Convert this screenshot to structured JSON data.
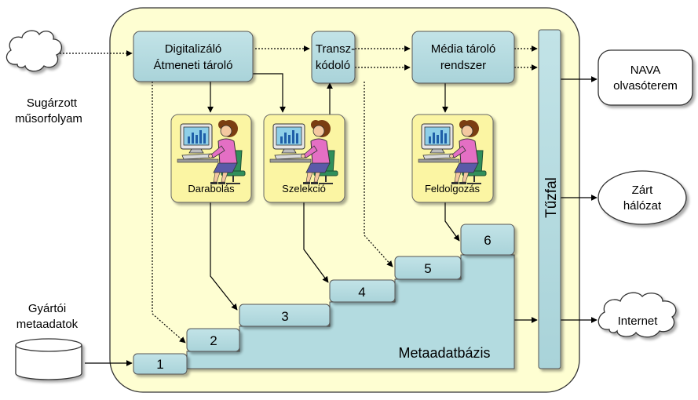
{
  "inputs": {
    "stream_label": [
      "Sugárzott",
      "műsorfolyam"
    ],
    "producer_label": [
      "Gyártói",
      "metaadatok"
    ]
  },
  "boxes": {
    "digitizer": [
      "Digitalizáló",
      "Átmeneti tároló"
    ],
    "transcoder": [
      "Transz-",
      "kódoló"
    ],
    "media_storage": [
      "Média tároló",
      "rendszer"
    ]
  },
  "workstations": {
    "cutting": "Darabolás",
    "selection": "Szelekció",
    "processing": "Feldolgozás"
  },
  "firewall": "Tűzfal",
  "database": {
    "label": "Metaadatbázis",
    "steps": [
      "1",
      "2",
      "3",
      "4",
      "5",
      "6"
    ]
  },
  "outputs": {
    "reading_room": [
      "NAVA",
      "olvasóterem"
    ],
    "closed_network": [
      "Zárt",
      "hálózat"
    ],
    "internet": "Internet"
  },
  "colors": {
    "area_fill": "#fefed2",
    "box_fill": "#b3dbe0",
    "workstation_fill": "#fbf5a3",
    "stroke": "#333333"
  }
}
